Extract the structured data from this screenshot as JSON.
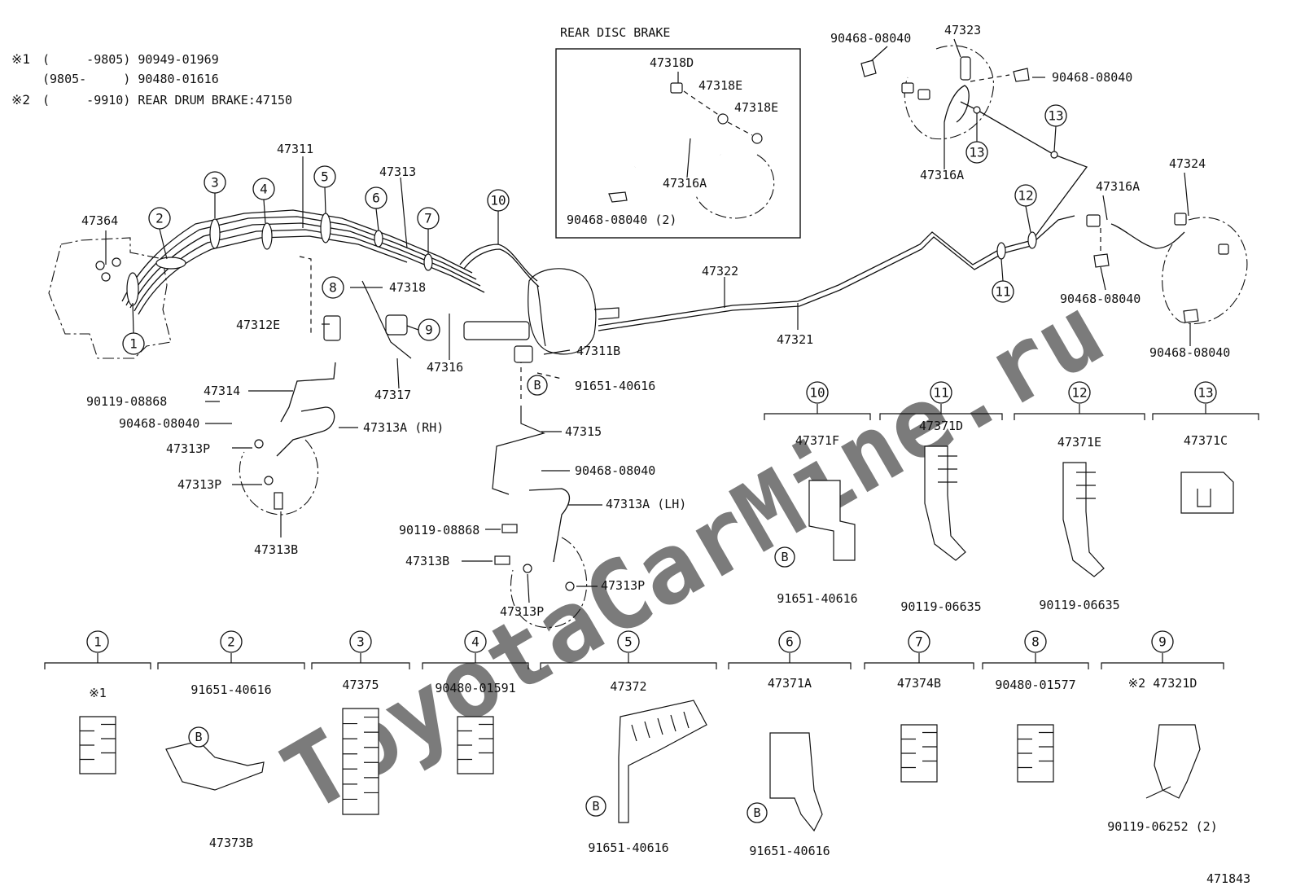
{
  "watermark": "ToyotaCarMine.ru",
  "diagram_number": "471843",
  "notes": {
    "note1_marker": "※1",
    "note1_line1": "(     -9805) 90949-01969",
    "note1_line2": "(9805-     ) 90480-01616",
    "note2_marker": "※2",
    "note2_line": "(     -9910) REAR DRUM BRAKE:47150"
  },
  "inset": {
    "title": "REAR DISC BRAKE",
    "labels": {
      "p47318D": "47318D",
      "p47318E_1": "47318E",
      "p47318E_2": "47318E",
      "p47316A": "47316A",
      "p90468_2": "90468-08040 (2)"
    }
  },
  "labels": {
    "p47364": "47364",
    "p47311": "47311",
    "p47313": "47313",
    "p47318": "47318",
    "p47312E": "47312E",
    "p47317": "47317",
    "p47316": "47316",
    "p47311B": "47311B",
    "p91651_main": "91651-40616",
    "p47314": "47314",
    "p90119_rh": "90119-08868",
    "p90468_rh": "90468-08040",
    "p47313A_rh": "47313A (RH)",
    "p47313P_1": "47313P",
    "p47313P_2": "47313P",
    "p47313B_rh": "47313B",
    "p47315": "47315",
    "p90468_lh": "90468-08040",
    "p47313A_lh": "47313A (LH)",
    "p90119_lh": "90119-08868",
    "p47313B_lh": "47313B",
    "p47313P_3": "47313P",
    "p47313P_4": "47313P",
    "p47322": "47322",
    "p47321": "47321",
    "p90468_tl": "90468-08040",
    "p47323": "47323",
    "p90468_tr": "90468-08040",
    "p47316A_r1": "47316A",
    "p47324": "47324",
    "p47316A_r2": "47316A",
    "p90468_r1": "90468-08040",
    "p90468_r2": "90468-08040"
  },
  "callouts": {
    "c1": "1",
    "c2": "2",
    "c3": "3",
    "c4": "4",
    "c5": "5",
    "c6": "6",
    "c7": "7",
    "c8": "8",
    "c9": "9",
    "c10": "10",
    "c11": "11",
    "c12": "12",
    "c13a": "13",
    "c13b": "13",
    "b_main": "B"
  },
  "detail_groups": [
    {
      "num": "10",
      "part": "47371F",
      "bolt_mark": "B",
      "bolt": "91651-40616"
    },
    {
      "num": "11",
      "part": "47371D",
      "bolt": "90119-06635"
    },
    {
      "num": "12",
      "part": "47371E",
      "bolt": "90119-06635"
    },
    {
      "num": "13",
      "part": "47371C"
    },
    {
      "num": "1",
      "part": "※1"
    },
    {
      "num": "2",
      "part": "47373B",
      "bolt_mark": "B",
      "bolt": "91651-40616"
    },
    {
      "num": "3",
      "part": "47375"
    },
    {
      "num": "4",
      "part": "90480-01591"
    },
    {
      "num": "5",
      "part": "47372",
      "bolt_mark": "B",
      "bolt": "91651-40616"
    },
    {
      "num": "6",
      "part": "47371A",
      "bolt_mark": "B",
      "bolt": "91651-40616"
    },
    {
      "num": "7",
      "part": "47374B"
    },
    {
      "num": "8",
      "part": "90480-01577"
    },
    {
      "num": "9",
      "part": "※2 47321D",
      "bolt": "90119-06252 (2)"
    }
  ]
}
